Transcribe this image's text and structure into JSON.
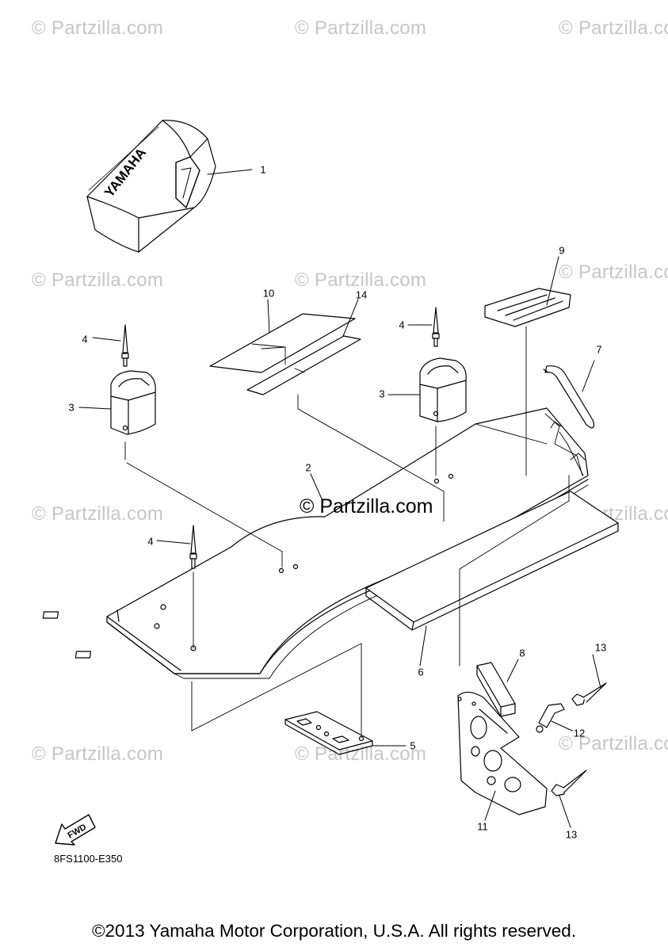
{
  "watermark_text": "© Partzilla.com",
  "center_watermark_text": "© Partzilla.com",
  "cover_logo_text": "YAMAHA",
  "fwd_label": "FWD",
  "diagram_code": "8FS1100-E350",
  "copyright": "©2013 Yamaha Motor Corporation, U.S.A. All rights reserved.",
  "part_numbers": [
    "1",
    "2",
    "3",
    "3",
    "4",
    "4",
    "4",
    "5",
    "6",
    "7",
    "8",
    "9",
    "10",
    "11",
    "12",
    "13",
    "13",
    "14"
  ],
  "colors": {
    "line": "#000000",
    "watermark": "#c6c6c6",
    "background": "#ffffff"
  }
}
